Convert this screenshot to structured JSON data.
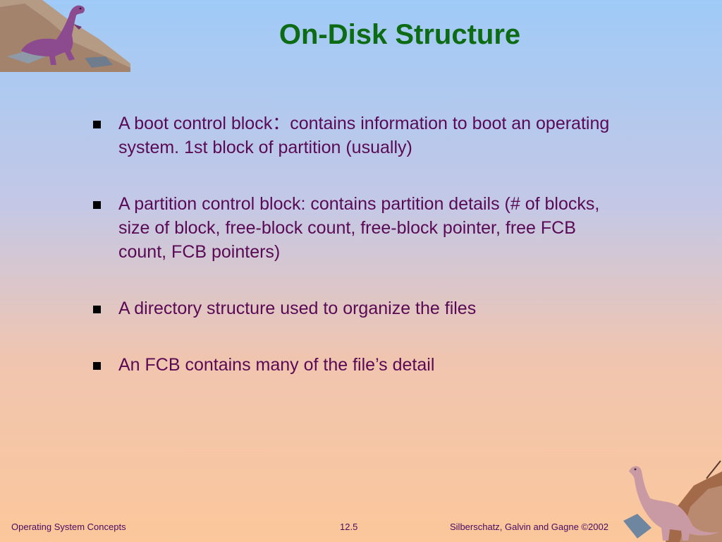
{
  "slide": {
    "title": "On-Disk Structure",
    "bullets": [
      "A boot control block：contains information to boot an operating system. 1st block of partition (usually)",
      "A partition control block: contains partition details (# of blocks, size of block, free-block count, free-block pointer, free FCB count, FCB pointers)",
      "A directory structure used to organize the files",
      "An FCB contains many of the file’s detail"
    ],
    "footer": {
      "left": "Operating System Concepts",
      "center": "12.5",
      "right": "Silberschatz, Galvin and  Gagne ©2002"
    }
  },
  "icons": {
    "top_left": "t-rex-dinosaur-illustration-icon",
    "bottom_right": "brontosaurus-dinosaur-illustration-icon",
    "bullet": "square-bullet-icon"
  },
  "colors": {
    "title": "#0d6b13",
    "body_text": "#5a0a55",
    "footer_text": "#4a0b60",
    "bullet": "#000000",
    "gradient_top": "#9fcaf7",
    "gradient_bottom": "#fbc79b"
  }
}
